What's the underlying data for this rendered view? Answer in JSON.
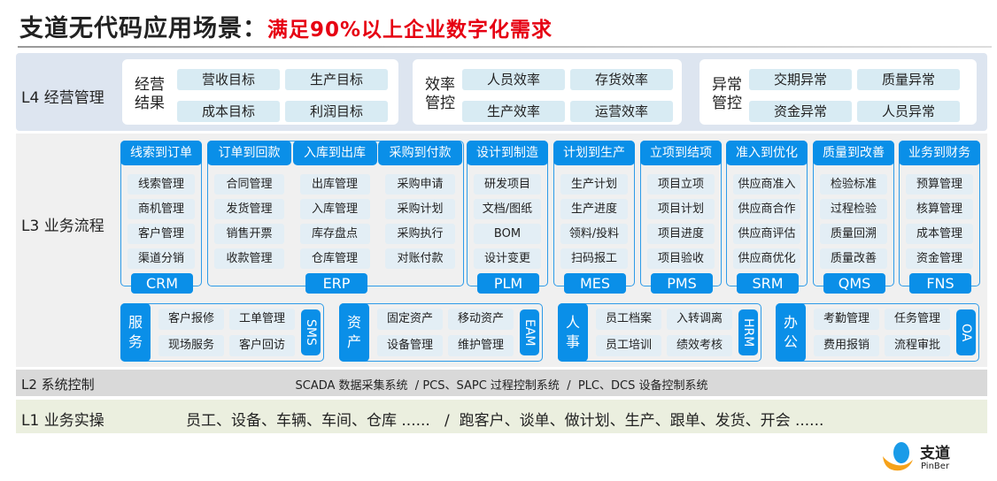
{
  "title": {
    "main": "支道无代码应用场景：",
    "highlight": "满足90%以上企业数字化需求"
  },
  "colors": {
    "accent": "#0a8fe8",
    "highlight": "#e60012"
  },
  "l4": {
    "label": "L4 经营管理",
    "groups": [
      {
        "label": "经营结果",
        "chips": [
          "营收目标",
          "生产目标",
          "成本目标",
          "利润目标"
        ]
      },
      {
        "label": "效率管控",
        "chips": [
          "人员效率",
          "存货效率",
          "生产效率",
          "运营效率"
        ]
      },
      {
        "label": "异常管控",
        "chips": [
          "交期异常",
          "质量异常",
          "资金异常",
          "人员异常"
        ]
      }
    ]
  },
  "l3": {
    "label": "L3 业务流程",
    "columns": [
      {
        "system": "CRM",
        "flows": [
          {
            "header": "线索到订单",
            "items": [
              "线索管理",
              "商机管理",
              "客户管理",
              "渠道分销"
            ]
          }
        ]
      },
      {
        "system": "ERP",
        "flows": [
          {
            "header": "订单到回款",
            "items": [
              "合同管理",
              "发货管理",
              "销售开票",
              "收款管理"
            ]
          },
          {
            "header": "入库到出库",
            "items": [
              "出库管理",
              "入库管理",
              "库存盘点",
              "仓库管理"
            ]
          },
          {
            "header": "采购到付款",
            "items": [
              "采购申请",
              "采购计划",
              "采购执行",
              "对账付款"
            ]
          }
        ]
      },
      {
        "system": "PLM",
        "flows": [
          {
            "header": "设计到制造",
            "items": [
              "研发项目",
              "文档/图纸",
              "BOM",
              "设计变更"
            ]
          }
        ]
      },
      {
        "system": "MES",
        "flows": [
          {
            "header": "计划到生产",
            "items": [
              "生产计划",
              "生产进度",
              "领料/投料",
              "扫码报工"
            ]
          }
        ]
      },
      {
        "system": "PMS",
        "flows": [
          {
            "header": "立项到结项",
            "items": [
              "项目立项",
              "项目计划",
              "项目进度",
              "项目验收"
            ]
          }
        ]
      },
      {
        "system": "SRM",
        "flows": [
          {
            "header": "准入到优化",
            "items": [
              "供应商准入",
              "供应商合作",
              "供应商评估",
              "供应商优化"
            ]
          }
        ]
      },
      {
        "system": "QMS",
        "flows": [
          {
            "header": "质量到改善",
            "items": [
              "检验标准",
              "过程检验",
              "质量回溯",
              "质量改善"
            ]
          }
        ]
      },
      {
        "system": "FNS",
        "flows": [
          {
            "header": "业务到财务",
            "items": [
              "预算管理",
              "核算管理",
              "成本管理",
              "资金管理"
            ]
          }
        ]
      }
    ],
    "support": [
      {
        "label": "服务",
        "system": "SMS",
        "items": [
          "客户报修",
          "工单管理",
          "现场服务",
          "客户回访"
        ]
      },
      {
        "label": "资产",
        "system": "EAM",
        "items": [
          "固定资产",
          "移动资产",
          "设备管理",
          "维护管理"
        ]
      },
      {
        "label": "人事",
        "system": "HRM",
        "items": [
          "员工档案",
          "入转调离",
          "员工培训",
          "绩效考核"
        ]
      },
      {
        "label": "办公",
        "system": "OA",
        "items": [
          "考勤管理",
          "任务管理",
          "费用报销",
          "流程审批"
        ]
      }
    ]
  },
  "l2": {
    "label": "L2 系统控制",
    "text": "SCADA 数据采集系统  / PCS、SAPC 过程控制系统  /  PLC、DCS 设备控制系统"
  },
  "l1": {
    "label": "L1 业务实操",
    "text": "员工、设备、车辆、车间、仓库 ......   /  跑客户、谈单、做计划、生产、跟单、发货、开会 ......"
  },
  "logo": {
    "name": "支道",
    "sub": "PinBer"
  }
}
